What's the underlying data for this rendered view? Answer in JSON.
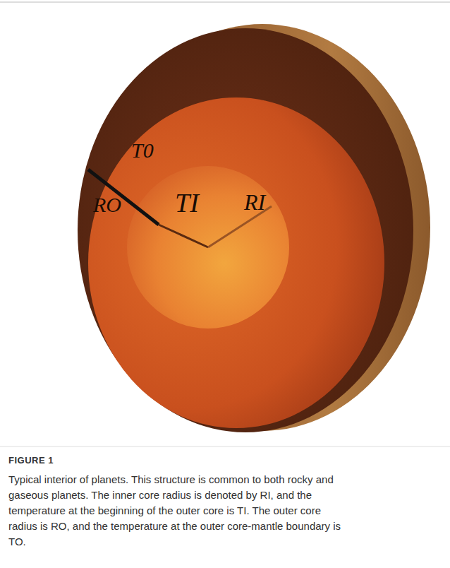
{
  "diagram": {
    "title": "FIGURE 1",
    "caption": "Typical interior of planets. This structure is common to both rocky and gaseous planets. The inner core radius is denoted by RI, and the temperature at the beginning of the outer core is TI. The outer core radius is RO, and the temperature at the outer core-mantle boundary is TO.",
    "labels": [
      "T0",
      "TI",
      "RI",
      "RO"
    ]
  }
}
